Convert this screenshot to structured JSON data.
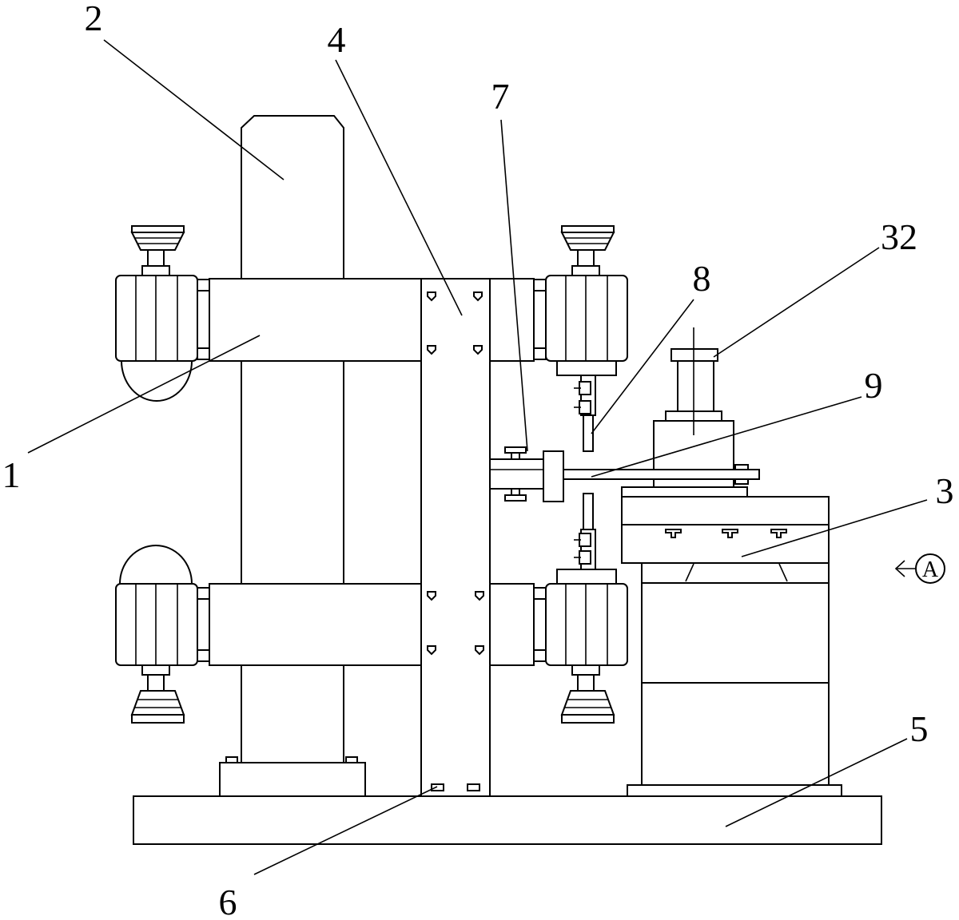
{
  "callouts": {
    "c1": "1",
    "c2": "2",
    "c3": "3",
    "c4": "4",
    "c5": "5",
    "c6": "6",
    "c7": "7",
    "c8": "8",
    "c9": "9",
    "c32": "32"
  },
  "view_marker": "A",
  "colors": {
    "line": "#000000",
    "background": "#ffffff"
  }
}
